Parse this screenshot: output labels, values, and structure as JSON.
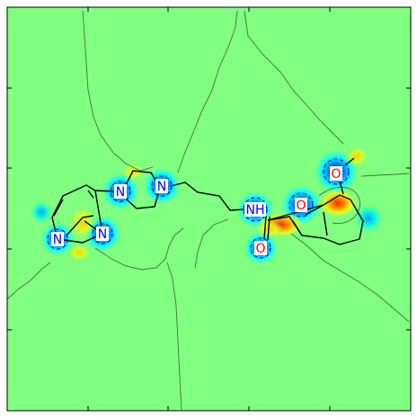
{
  "figure": {
    "background_color": "#80ff80",
    "frame_color": "#000000"
  },
  "atoms": [
    {
      "id": "n-quinazoline-1",
      "text": "N",
      "color": "#0000ff",
      "box": "#ffffff"
    },
    {
      "id": "n-quinazoline-2",
      "text": "N",
      "color": "#0000ff",
      "box": "#ffffff"
    },
    {
      "id": "n-piperazine-1",
      "text": "N",
      "color": "#0000ff",
      "box": "#ffffff"
    },
    {
      "id": "n-piperazine-2",
      "text": "N",
      "color": "#0000ff",
      "box": "#ffffff"
    },
    {
      "id": "nh-amide",
      "text": "NH",
      "color": "#0000ff",
      "box": "#ffffff"
    },
    {
      "id": "o-carbonyl",
      "text": "O",
      "color": "#ff0000",
      "box": "#ffffff"
    },
    {
      "id": "o-furan",
      "text": "O",
      "color": "#ff0000",
      "box": "#ffffff"
    },
    {
      "id": "o-methoxy",
      "text": "O",
      "color": "#ff0000",
      "box": "#ffffff"
    }
  ],
  "colors": {
    "negative_core": "#0000ff",
    "negative_mid": "#00ffff",
    "positive_core": "#ff4000",
    "positive_mid": "#ffff00",
    "bond": "#000000",
    "contour": "#444444"
  }
}
